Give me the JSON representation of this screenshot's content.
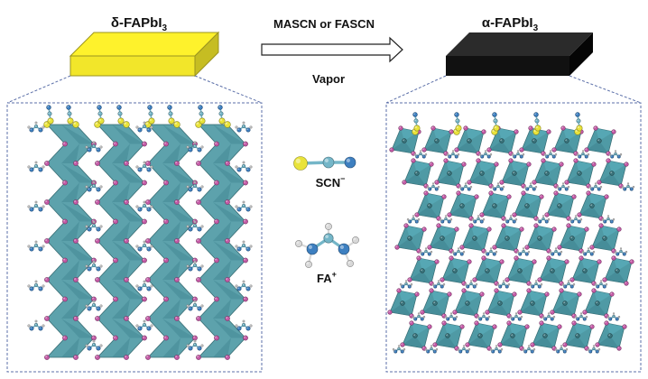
{
  "left_phase": {
    "prefix": "δ-",
    "name": "FAPbI",
    "subscript": "3",
    "block_color": "#f2e62a"
  },
  "right_phase": {
    "prefix": "α-",
    "name": "FAPbI",
    "subscript": "3",
    "block_color": "#111111"
  },
  "process": {
    "reagent_label": "MASCN or FASCN",
    "condition_label": "Vapor"
  },
  "legend": {
    "anion_label": "SCN",
    "anion_charge": "−",
    "cation_label": "FA",
    "cation_charge": "+"
  },
  "colors": {
    "octahedron": "#4f9aa5",
    "octahedron_dark": "#3f8390",
    "iodide": "#c45aa6",
    "sulfur": "#e9e33a",
    "nitrogen": "#3d7fc0",
    "carbon": "#74b6c8",
    "hydrogen": "#d8d8d8",
    "frame": "#5b6fa8"
  }
}
